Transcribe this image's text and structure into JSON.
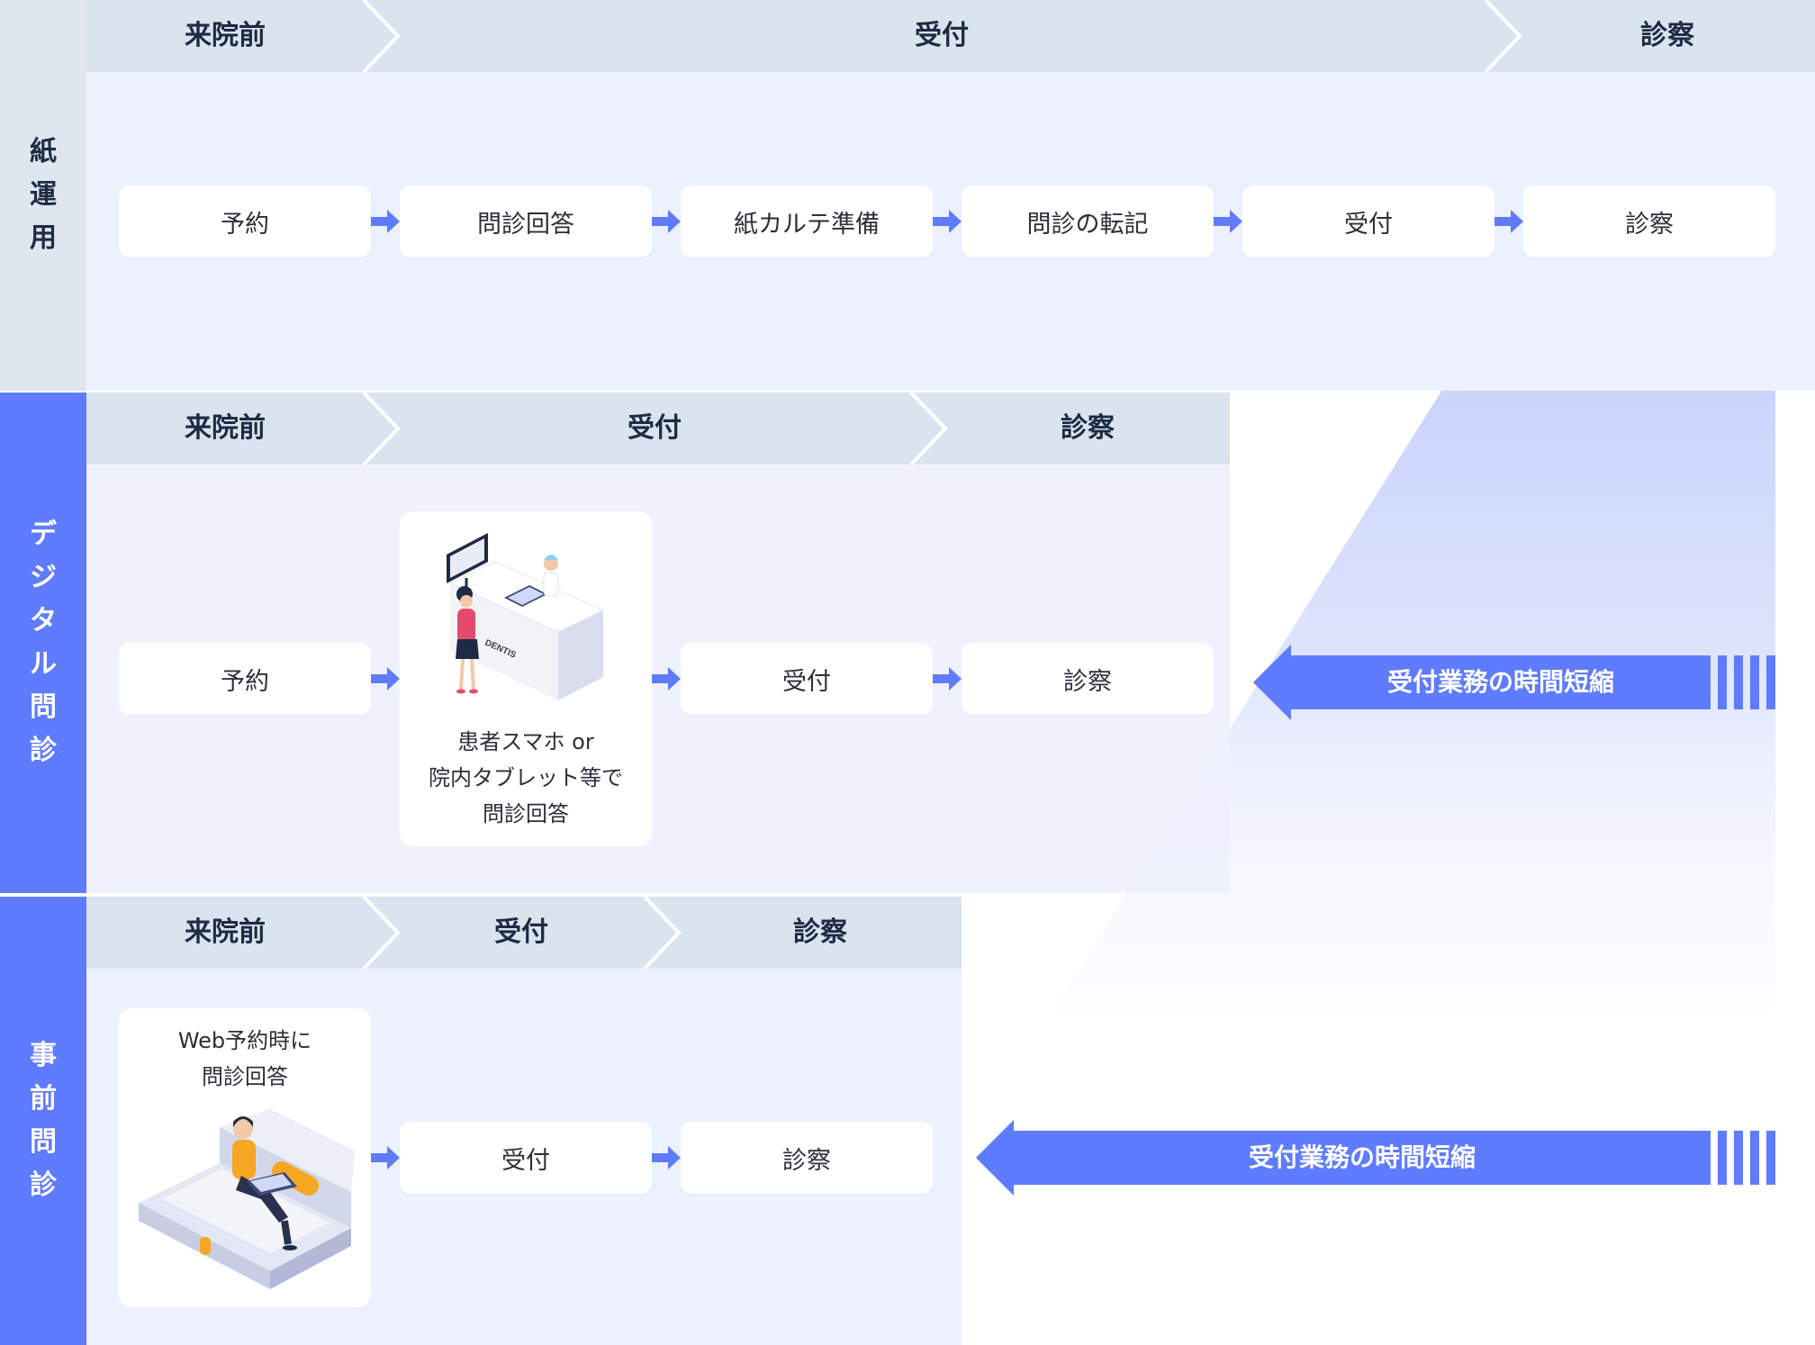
{
  "rows": [
    {
      "side_label": [
        "紙",
        "運",
        "用"
      ],
      "phases": [
        "来院前",
        "受付",
        "診察"
      ],
      "steps": [
        "予約",
        "問診回答",
        "紙カルテ準備",
        "問診の転記",
        "受付",
        "診察"
      ]
    },
    {
      "side_label": [
        "デ",
        "ジ",
        "タ",
        "ル",
        "問",
        "診"
      ],
      "phases": [
        "来院前",
        "受付",
        "診察"
      ],
      "steps": [
        "予約",
        "受付",
        "診察"
      ],
      "feature_caption": [
        "患者スマホ or",
        "院内タブレット等で",
        "問診回答"
      ],
      "illustration_text": "DENTIS",
      "banner": "受付業務の時間短縮"
    },
    {
      "side_label": [
        "事",
        "前",
        "問",
        "診"
      ],
      "phases": [
        "来院前",
        "受付",
        "診察"
      ],
      "steps": [
        "受付",
        "診察"
      ],
      "feature_caption": [
        "Web予約時に",
        "問診回答"
      ],
      "banner": "受付業務の時間短縮"
    }
  ],
  "colors": {
    "accent": "#5f7bff",
    "header_bg": "#dae4ee",
    "panel_bg": "#edf1fd",
    "side_gray": "#dfe6ef",
    "text_dark": "#1d2b44"
  }
}
